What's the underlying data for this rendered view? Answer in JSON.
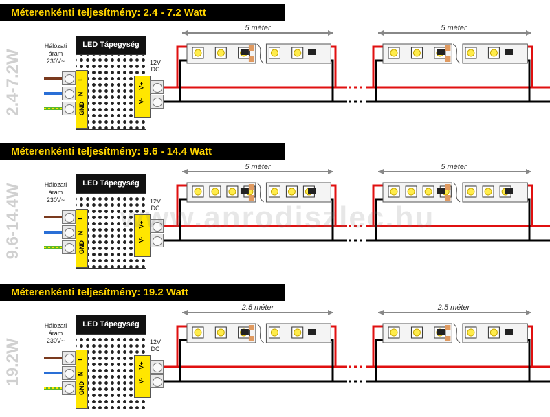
{
  "sections": [
    {
      "title": "Méterenkénti teljesítmény: 2.4 - 7.2 Watt",
      "side_label": "2.4-7.2W",
      "strip_length": "5 méter",
      "leds": 3
    },
    {
      "title": "Méterenkénti teljesítmény: 9.6 - 14.4 Watt",
      "side_label": "9.6-14.4W",
      "strip_length": "5 méter",
      "leds": 4
    },
    {
      "title": "Méterenkénti teljesítmény: 19.2 Watt",
      "side_label": "19.2W",
      "strip_length": "2.5 méter",
      "leds": 3
    }
  ],
  "common": {
    "psu_title": "LED Tápegység",
    "mains_line1": "Hálózati",
    "mains_line2": "áram",
    "mains_line3": "230V~",
    "terminal_l": "L",
    "terminal_n": "N",
    "terminal_gnd": "GND",
    "terminal_vplus": "V+",
    "terminal_vminus": "V-",
    "dc_line1": "12V",
    "dc_line2": "DC",
    "watermark": "www.anrodiszlec.hu"
  },
  "colors": {
    "title_bg": "#000000",
    "title_text": "#ffd400",
    "positive_wire": "#e01010",
    "negative_wire": "#000000",
    "brown_wire": "#7a3a1e",
    "blue_wire": "#2a6fd6",
    "ground_wire": "#5cb82a",
    "terminal_yellow": "#ffe600"
  }
}
